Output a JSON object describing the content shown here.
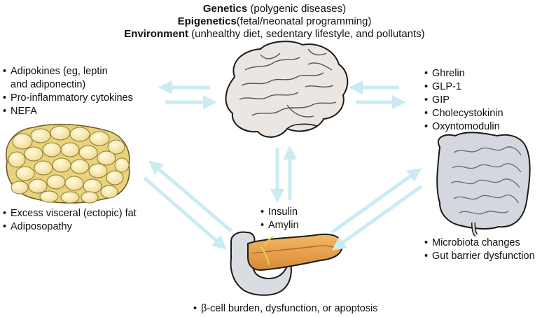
{
  "header": {
    "line1": {
      "bold": "Genetics",
      "rest": " (polygenic diseases)"
    },
    "line2": {
      "bold": "Epigenetics",
      "rest": "(fetal/neonatal programming)"
    },
    "line3": {
      "bold": "Environment",
      "rest": " (unhealthy diet, sedentary lifestyle, and pollutants)"
    }
  },
  "adipose_top": [
    "Adipokines (eg, leptin",
    "and adiponectin)",
    "Pro-inflammatory cytokines",
    "NEFA"
  ],
  "adipose_bottom": [
    "Excess visceral (ectopic) fat",
    "Adiposopathy"
  ],
  "gut_hormones": [
    "Ghrelin",
    "GLP-1",
    "GIP",
    "Cholecystokinin",
    "Oxyntomodulin"
  ],
  "gut_bottom": [
    "Microbiota changes",
    "Gut barrier dysfunction"
  ],
  "pancreas_hormones": [
    "Insulin",
    "Amylin"
  ],
  "pancreas_bottom": "β-cell burden, dysfunction, or apoptosis",
  "colors": {
    "arrow": "#c9ecf2",
    "fat": "#f6e7a0",
    "fat_edge": "#8a7a3a",
    "pancreas": "#e8a24f",
    "gut": "#c9cdd3",
    "brain": "#ebe6e1"
  }
}
